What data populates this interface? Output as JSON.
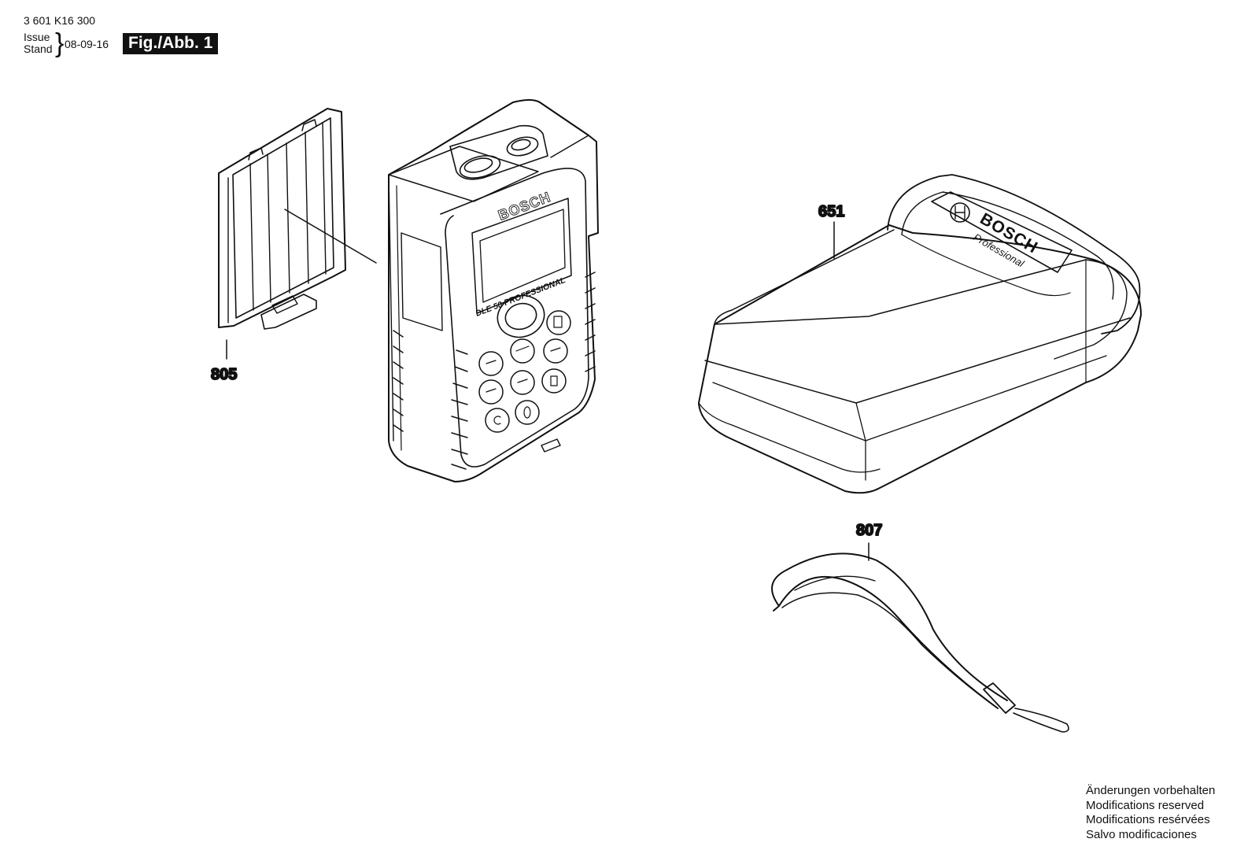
{
  "header": {
    "part_number": "3 601 K16 300",
    "issue_label": "Issue",
    "stand_label": "Stand",
    "issue_date": "08-09-16",
    "figure_label": "Fig./Abb. 1"
  },
  "device": {
    "brand": "BOSCH",
    "model": "DLE 50 PROFESSIONAL"
  },
  "case": {
    "brand": "BOSCH",
    "subtitle": "Professional"
  },
  "callouts": {
    "battery_cover": "805",
    "pouch": "651",
    "wrist_strap": "807"
  },
  "notice": {
    "de": "Änderungen vorbehalten",
    "en": "Modifications reserved",
    "fr": "Modifications resérvées",
    "es": "Salvo modificaciones"
  },
  "colors": {
    "line": "#111111",
    "background": "#ffffff",
    "label_background": "#111111",
    "label_text": "#ffffff"
  }
}
